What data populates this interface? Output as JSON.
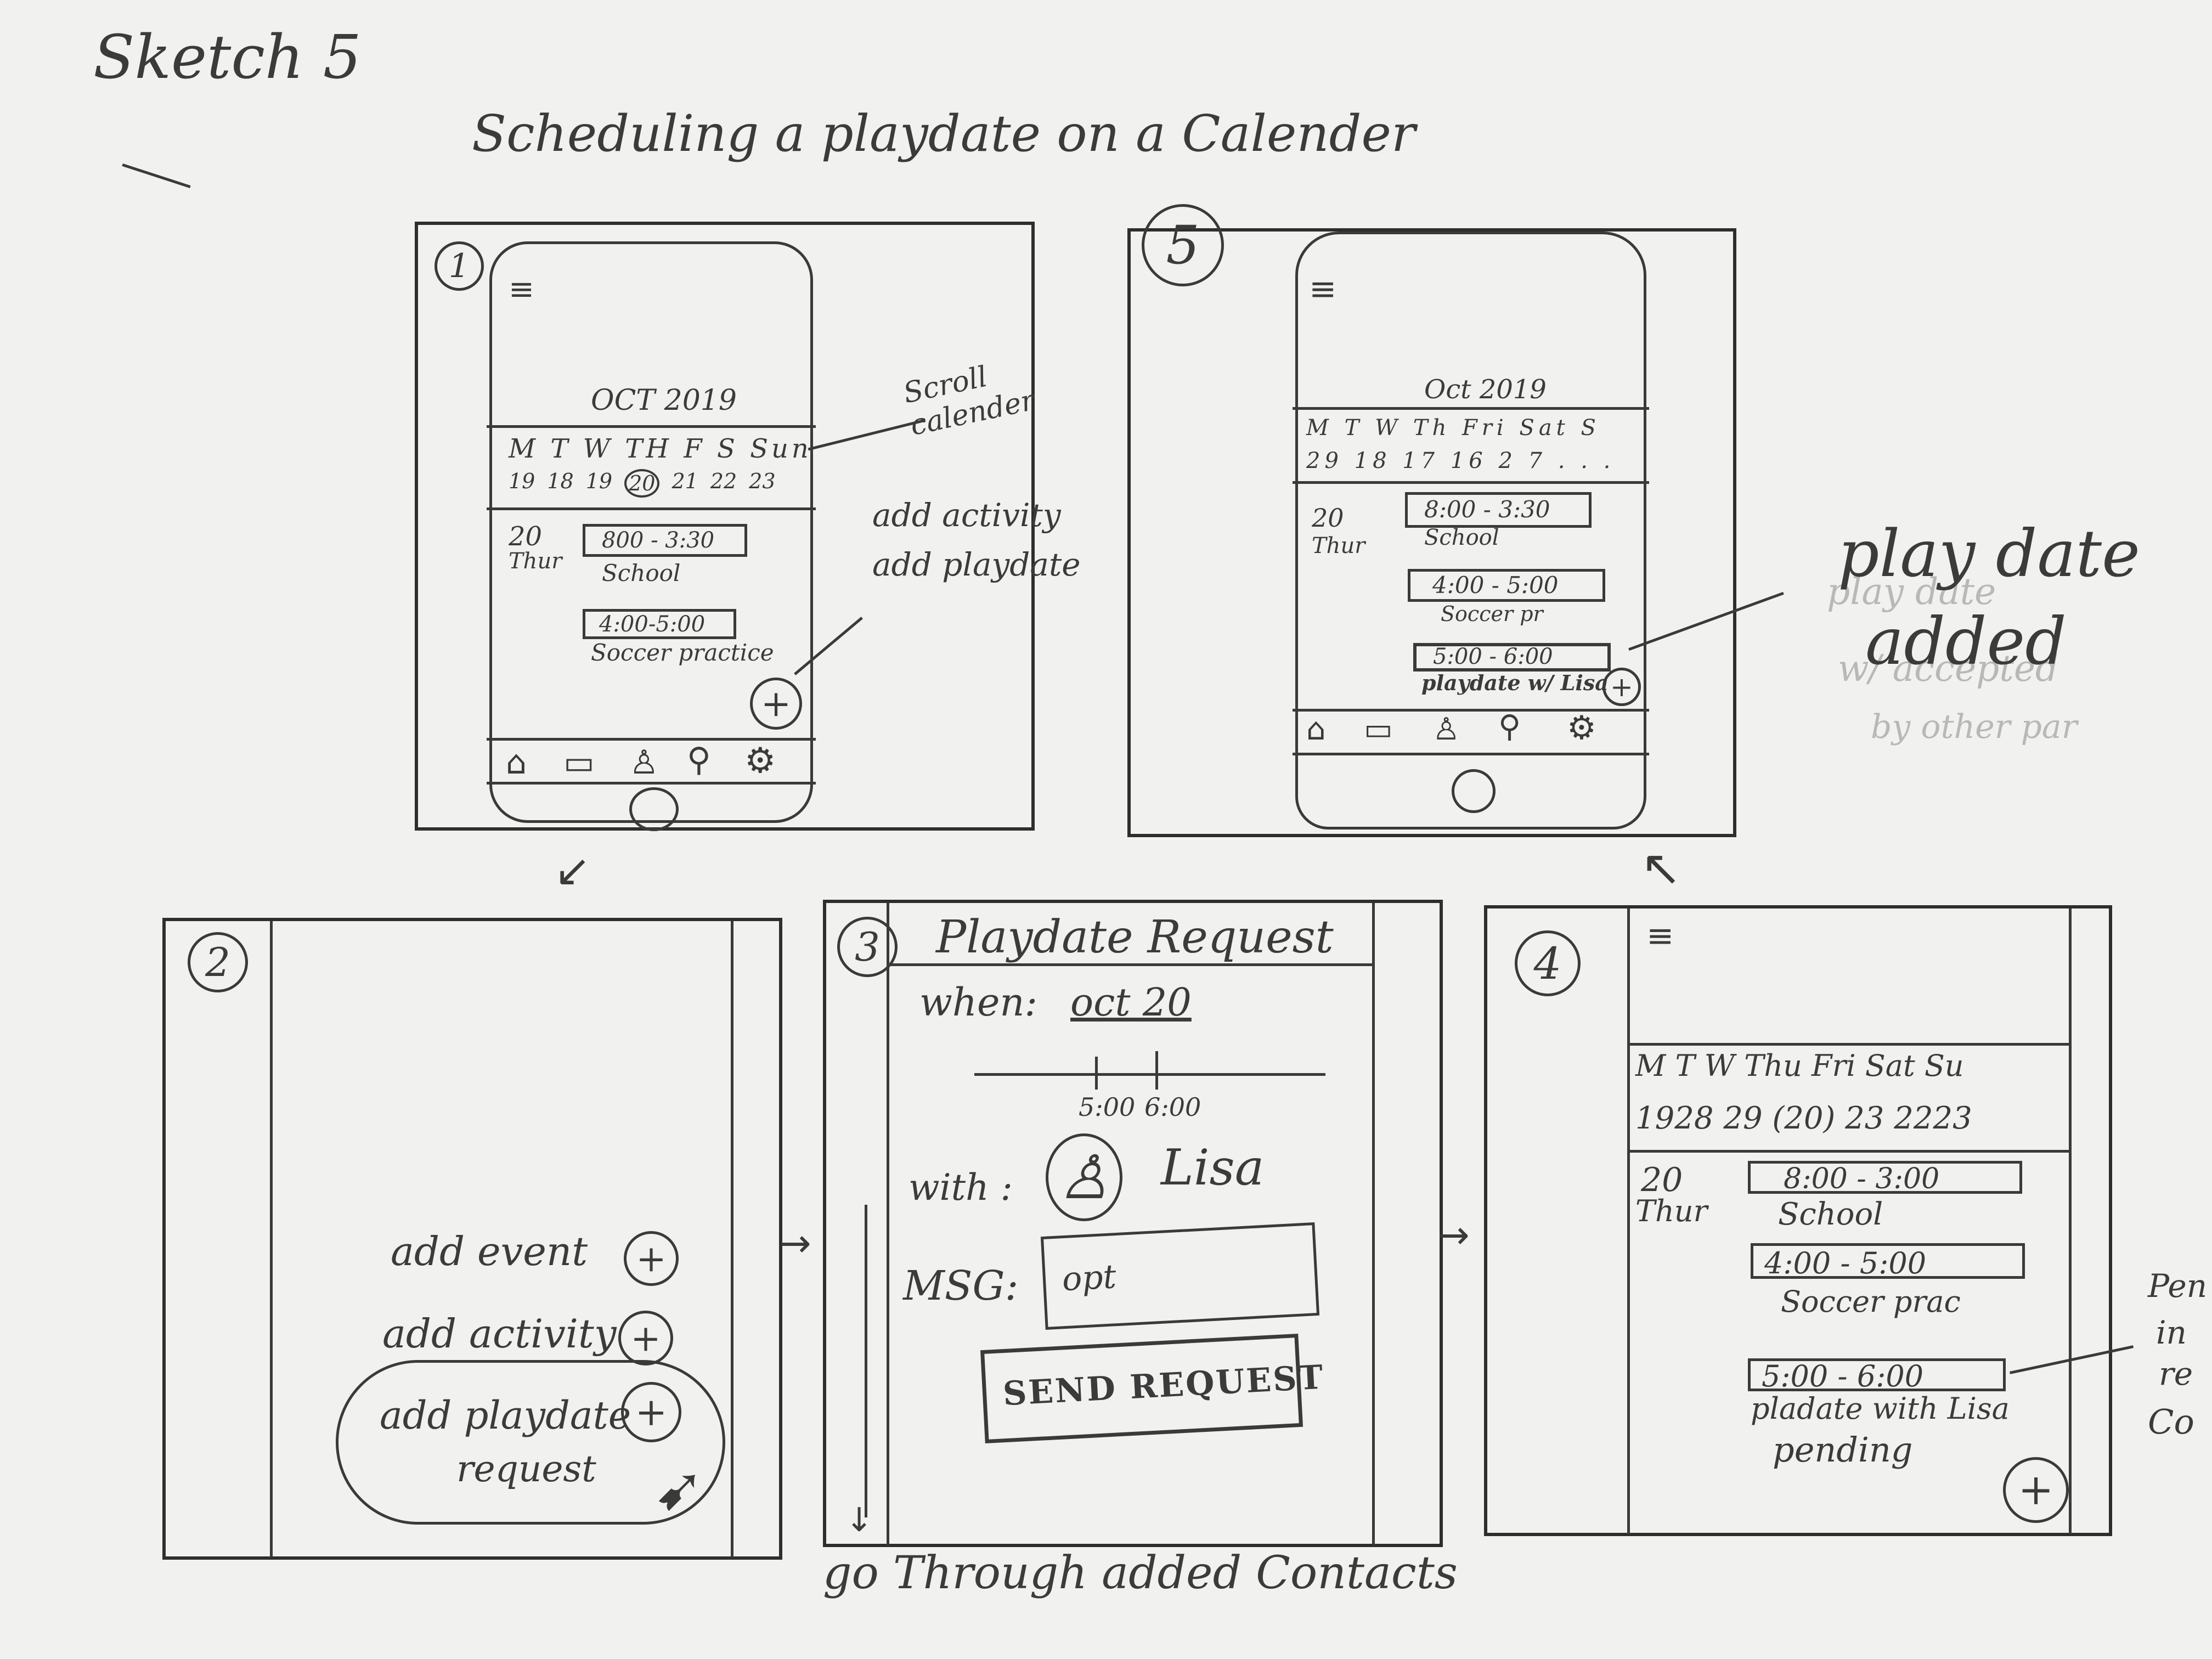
{
  "header": {
    "sketch_label": "Sketch 5",
    "title": "Scheduling a playdate on a Calender"
  },
  "panel1": {
    "number": "1",
    "month": "OCT 2019",
    "days": "M T W TH F S Sun",
    "dates": [
      "19",
      "18",
      "19",
      "20",
      "21",
      "22",
      "23"
    ],
    "day_num": "20",
    "day_name": "Thur",
    "event1_time": "800 - 3:30",
    "event1_label": "School",
    "event2_time": "4:00-5:00",
    "event2_label": "Soccer practice",
    "add_button": "+",
    "note_scroll": "Scroll calender",
    "note_add1": "add activity",
    "note_add2": "add playdate"
  },
  "panel2": {
    "number": "2",
    "option1": "add event",
    "option2": "add activity",
    "option3_line1": "add playdate",
    "option3_line2": "request",
    "plus": "+"
  },
  "panel3": {
    "number": "3",
    "title": "Playdate Request",
    "when_label": "when:",
    "when_value": "oct 20",
    "time_start": "5:00",
    "time_end": "6:00",
    "with_label": "with :",
    "with_name": "Lisa",
    "msg_label": "MSG:",
    "msg_placeholder": "opt",
    "send_button": "SEND REQUEST",
    "note_contacts": "go Through added Contacts"
  },
  "panel4": {
    "number": "4",
    "days": "M T  W Thu  Fri  Sat Su",
    "dates": "1928 29 (20) 23  2223",
    "day_num": "20",
    "day_name": "Thur",
    "event1_time": "8:00 - 3:00",
    "event1_label": "School",
    "event2_time": "4:00 - 5:00",
    "event2_label": "Soccer prac",
    "event3_time": "5:00 - 6:00",
    "event3_label": "pladate with Lisa",
    "event3_status": "pending",
    "side_note": [
      "Pen",
      "in",
      "re",
      "Co"
    ],
    "add_button": "+"
  },
  "panel5": {
    "number": "5",
    "month": "Oct 2019",
    "days": "M T W Th Fri Sat S",
    "dates": "29 18 17 16 2 7 . . .",
    "day_num": "20",
    "day_name": "Thur",
    "event1_time": "8:00 - 3:30",
    "event1_label": "School",
    "event2_time": "4:00 - 5:00",
    "event2_label": "Soccer pr",
    "event3_time": "5:00 - 6:00",
    "event3_label": "playdate w/ Lisa",
    "add_button": "+",
    "note": [
      "play date",
      "added"
    ],
    "ghost_note": [
      "play date",
      "w/ accepted",
      "by other par"
    ]
  }
}
